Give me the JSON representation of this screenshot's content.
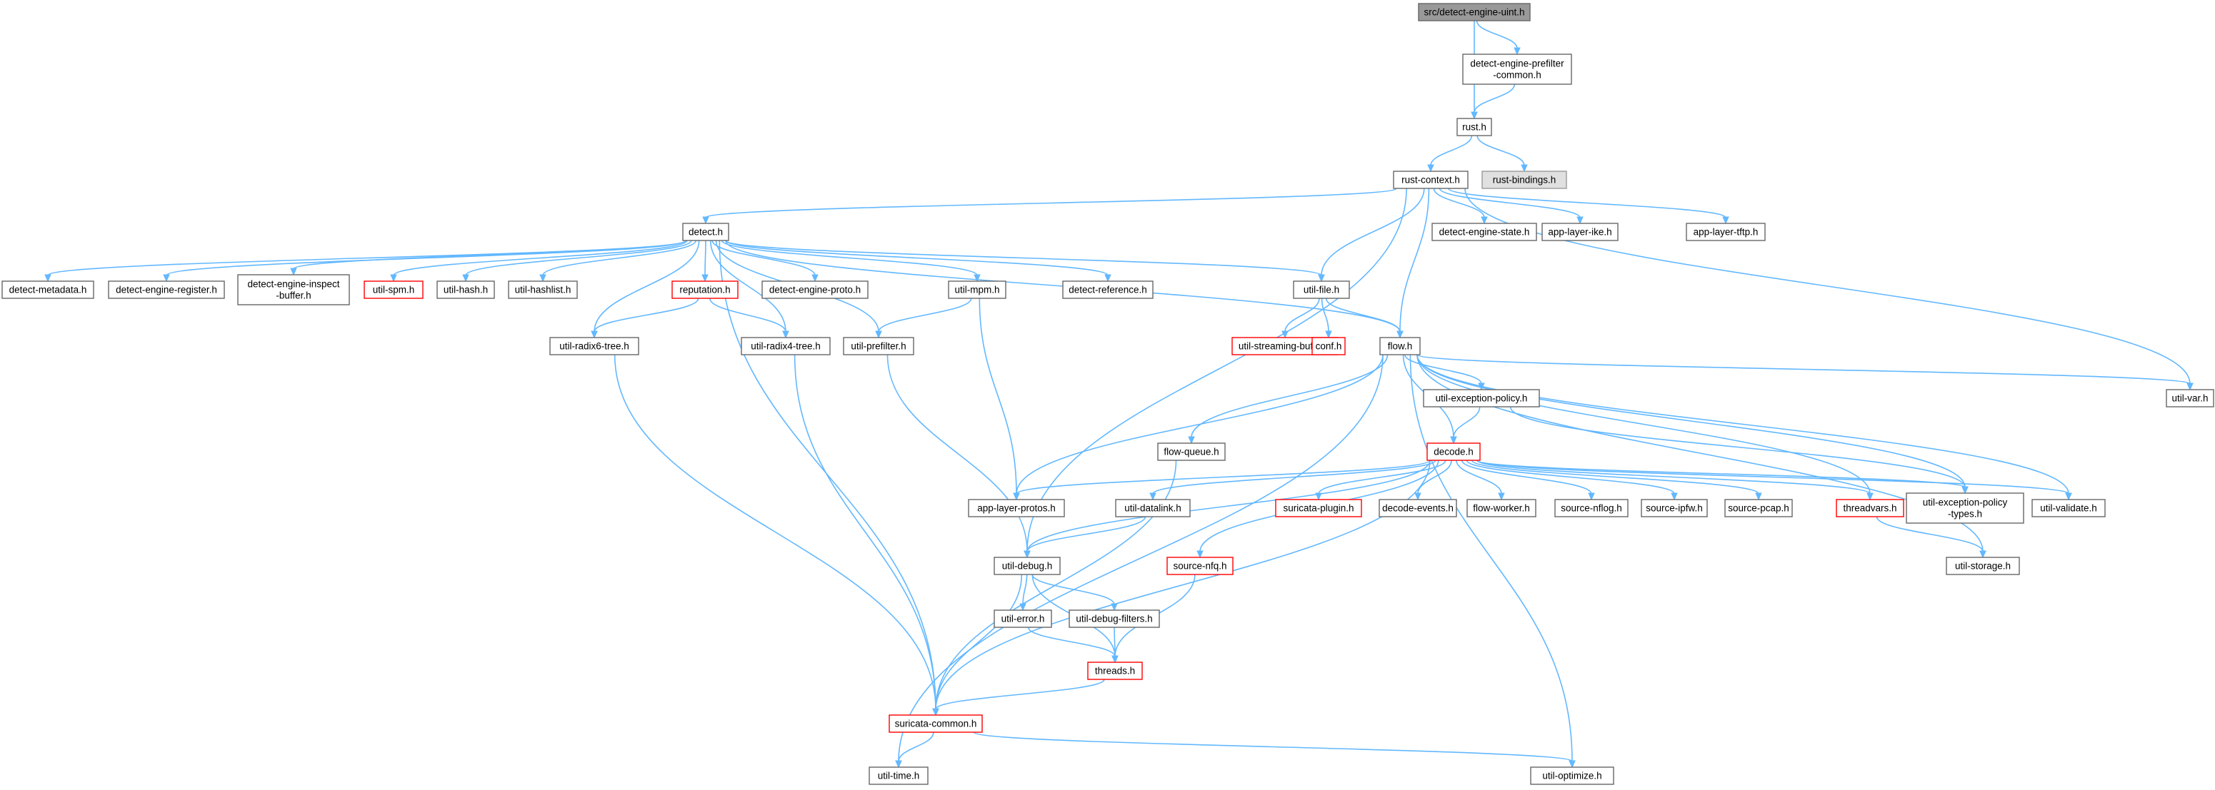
{
  "colors": {
    "edge": "#63b8ff",
    "node_border": "#666666",
    "node_fill": "#ffffff",
    "root_fill": "#999999",
    "root_border": "#666666",
    "missing_fill": "#e0e0e0",
    "missing_border": "#999999",
    "truncated_border": "#ff0000"
  },
  "nodes": [
    {
      "id": "src-detect-engine-uint",
      "lines": [
        "src/detect-engine-uint.h"
      ],
      "style": "root"
    },
    {
      "id": "detect-engine-prefilter-common",
      "lines": [
        "detect-engine-prefilter",
        "-common.h"
      ],
      "style": "normal"
    },
    {
      "id": "rust",
      "lines": [
        "rust.h"
      ],
      "style": "normal"
    },
    {
      "id": "rust-bindings",
      "lines": [
        "rust-bindings.h"
      ],
      "style": "missing"
    },
    {
      "id": "rust-context",
      "lines": [
        "rust-context.h"
      ],
      "style": "normal"
    },
    {
      "id": "detect",
      "lines": [
        "detect.h"
      ],
      "style": "normal"
    },
    {
      "id": "detect-engine-state",
      "lines": [
        "detect-engine-state.h"
      ],
      "style": "normal"
    },
    {
      "id": "app-layer-ike",
      "lines": [
        "app-layer-ike.h"
      ],
      "style": "normal"
    },
    {
      "id": "app-layer-tftp",
      "lines": [
        "app-layer-tftp.h"
      ],
      "style": "normal"
    },
    {
      "id": "detect-metadata",
      "lines": [
        "detect-metadata.h"
      ],
      "style": "normal"
    },
    {
      "id": "detect-engine-register",
      "lines": [
        "detect-engine-register.h"
      ],
      "style": "normal"
    },
    {
      "id": "detect-engine-inspect-buffer",
      "lines": [
        "detect-engine-inspect",
        "-buffer.h"
      ],
      "style": "normal"
    },
    {
      "id": "util-spm",
      "lines": [
        "util-spm.h"
      ],
      "style": "truncated"
    },
    {
      "id": "util-hash",
      "lines": [
        "util-hash.h"
      ],
      "style": "normal"
    },
    {
      "id": "util-hashlist",
      "lines": [
        "util-hashlist.h"
      ],
      "style": "normal"
    },
    {
      "id": "reputation",
      "lines": [
        "reputation.h"
      ],
      "style": "truncated"
    },
    {
      "id": "detect-engine-proto",
      "lines": [
        "detect-engine-proto.h"
      ],
      "style": "normal"
    },
    {
      "id": "util-mpm",
      "lines": [
        "util-mpm.h"
      ],
      "style": "normal"
    },
    {
      "id": "detect-reference",
      "lines": [
        "detect-reference.h"
      ],
      "style": "normal"
    },
    {
      "id": "util-file",
      "lines": [
        "util-file.h"
      ],
      "style": "normal"
    },
    {
      "id": "util-streaming-buffer",
      "lines": [
        "util-streaming-buffer.h"
      ],
      "style": "truncated"
    },
    {
      "id": "conf",
      "lines": [
        "conf.h"
      ],
      "style": "truncated"
    },
    {
      "id": "flow",
      "lines": [
        "flow.h"
      ],
      "style": "normal"
    },
    {
      "id": "util-radix6-tree",
      "lines": [
        "util-radix6-tree.h"
      ],
      "style": "normal"
    },
    {
      "id": "util-radix4-tree",
      "lines": [
        "util-radix4-tree.h"
      ],
      "style": "normal"
    },
    {
      "id": "util-prefilter",
      "lines": [
        "util-prefilter.h"
      ],
      "style": "normal"
    },
    {
      "id": "util-var",
      "lines": [
        "util-var.h"
      ],
      "style": "normal"
    },
    {
      "id": "util-exception-policy",
      "lines": [
        "util-exception-policy.h"
      ],
      "style": "normal"
    },
    {
      "id": "flow-queue",
      "lines": [
        "flow-queue.h"
      ],
      "style": "normal"
    },
    {
      "id": "decode",
      "lines": [
        "decode.h"
      ],
      "style": "truncated"
    },
    {
      "id": "app-layer-protos",
      "lines": [
        "app-layer-protos.h"
      ],
      "style": "normal"
    },
    {
      "id": "util-datalink",
      "lines": [
        "util-datalink.h"
      ],
      "style": "normal"
    },
    {
      "id": "suricata-plugin",
      "lines": [
        "suricata-plugin.h"
      ],
      "style": "truncated"
    },
    {
      "id": "decode-events",
      "lines": [
        "decode-events.h"
      ],
      "style": "normal"
    },
    {
      "id": "flow-worker",
      "lines": [
        "flow-worker.h"
      ],
      "style": "normal"
    },
    {
      "id": "source-nflog",
      "lines": [
        "source-nflog.h"
      ],
      "style": "normal"
    },
    {
      "id": "source-ipfw",
      "lines": [
        "source-ipfw.h"
      ],
      "style": "normal"
    },
    {
      "id": "source-pcap",
      "lines": [
        "source-pcap.h"
      ],
      "style": "normal"
    },
    {
      "id": "threadvars",
      "lines": [
        "threadvars.h"
      ],
      "style": "truncated"
    },
    {
      "id": "util-exception-policy-types",
      "lines": [
        "util-exception-policy",
        "-types.h"
      ],
      "style": "normal"
    },
    {
      "id": "util-validate",
      "lines": [
        "util-validate.h"
      ],
      "style": "normal"
    },
    {
      "id": "util-storage",
      "lines": [
        "util-storage.h"
      ],
      "style": "normal"
    },
    {
      "id": "source-nfq",
      "lines": [
        "source-nfq.h"
      ],
      "style": "truncated"
    },
    {
      "id": "util-debug",
      "lines": [
        "util-debug.h"
      ],
      "style": "normal"
    },
    {
      "id": "util-error",
      "lines": [
        "util-error.h"
      ],
      "style": "normal"
    },
    {
      "id": "util-debug-filters",
      "lines": [
        "util-debug-filters.h"
      ],
      "style": "normal"
    },
    {
      "id": "threads",
      "lines": [
        "threads.h"
      ],
      "style": "truncated"
    },
    {
      "id": "suricata-common",
      "lines": [
        "suricata-common.h"
      ],
      "style": "truncated"
    },
    {
      "id": "util-time",
      "lines": [
        "util-time.h"
      ],
      "style": "normal"
    },
    {
      "id": "util-optimize",
      "lines": [
        "util-optimize.h"
      ],
      "style": "normal"
    }
  ],
  "edges": [
    [
      "src-detect-engine-uint",
      "detect-engine-prefilter-common"
    ],
    [
      "src-detect-engine-uint",
      "rust"
    ],
    [
      "detect-engine-prefilter-common",
      "rust"
    ],
    [
      "rust",
      "rust-bindings"
    ],
    [
      "rust",
      "rust-context"
    ],
    [
      "rust-context",
      "detect"
    ],
    [
      "rust-context",
      "detect-engine-state"
    ],
    [
      "rust-context",
      "app-layer-ike"
    ],
    [
      "rust-context",
      "app-layer-tftp"
    ],
    [
      "rust-context",
      "util-file"
    ],
    [
      "rust-context",
      "flow"
    ],
    [
      "rust-context",
      "util-var"
    ],
    [
      "rust-context",
      "util-debug"
    ],
    [
      "detect",
      "detect-metadata"
    ],
    [
      "detect",
      "detect-engine-register"
    ],
    [
      "detect",
      "detect-engine-inspect-buffer"
    ],
    [
      "detect",
      "util-spm"
    ],
    [
      "detect",
      "util-hash"
    ],
    [
      "detect",
      "util-hashlist"
    ],
    [
      "detect",
      "reputation"
    ],
    [
      "detect",
      "detect-engine-proto"
    ],
    [
      "detect",
      "util-mpm"
    ],
    [
      "detect",
      "detect-reference"
    ],
    [
      "detect",
      "util-file"
    ],
    [
      "detect",
      "flow"
    ],
    [
      "detect",
      "util-radix6-tree"
    ],
    [
      "detect",
      "util-radix4-tree"
    ],
    [
      "detect",
      "util-prefilter"
    ],
    [
      "detect",
      "suricata-common"
    ],
    [
      "reputation",
      "util-radix6-tree"
    ],
    [
      "reputation",
      "util-radix4-tree"
    ],
    [
      "util-mpm",
      "util-prefilter"
    ],
    [
      "util-mpm",
      "app-layer-protos"
    ],
    [
      "util-file",
      "util-streaming-buffer"
    ],
    [
      "util-file",
      "conf"
    ],
    [
      "util-file",
      "flow"
    ],
    [
      "util-radix6-tree",
      "suricata-common"
    ],
    [
      "util-radix4-tree",
      "suricata-common"
    ],
    [
      "util-prefilter",
      "util-debug"
    ],
    [
      "flow",
      "util-exception-policy"
    ],
    [
      "flow",
      "flow-queue"
    ],
    [
      "flow",
      "decode"
    ],
    [
      "flow",
      "app-layer-protos"
    ],
    [
      "flow",
      "util-var"
    ],
    [
      "flow",
      "util-exception-policy-types"
    ],
    [
      "flow",
      "util-validate"
    ],
    [
      "flow",
      "util-storage"
    ],
    [
      "flow",
      "util-time"
    ],
    [
      "flow",
      "util-optimize"
    ],
    [
      "flow",
      "threadvars"
    ],
    [
      "util-exception-policy",
      "decode"
    ],
    [
      "util-exception-policy",
      "util-exception-policy-types"
    ],
    [
      "flow-queue",
      "suricata-common"
    ],
    [
      "decode",
      "app-layer-protos"
    ],
    [
      "decode",
      "util-datalink"
    ],
    [
      "decode",
      "suricata-plugin"
    ],
    [
      "decode",
      "decode-events"
    ],
    [
      "decode",
      "flow-worker"
    ],
    [
      "decode",
      "source-nflog"
    ],
    [
      "decode",
      "source-ipfw"
    ],
    [
      "decode",
      "source-pcap"
    ],
    [
      "decode",
      "threadvars"
    ],
    [
      "decode",
      "util-exception-policy-types"
    ],
    [
      "decode",
      "util-validate"
    ],
    [
      "decode",
      "source-nfq"
    ],
    [
      "decode",
      "util-debug"
    ],
    [
      "decode",
      "suricata-common"
    ],
    [
      "util-datalink",
      "util-debug"
    ],
    [
      "threadvars",
      "util-storage"
    ],
    [
      "source-nfq",
      "threads"
    ],
    [
      "util-debug",
      "util-error"
    ],
    [
      "util-debug",
      "util-debug-filters"
    ],
    [
      "util-debug",
      "threads"
    ],
    [
      "util-debug",
      "suricata-common"
    ],
    [
      "util-error",
      "threads"
    ],
    [
      "util-debug-filters",
      "threads"
    ],
    [
      "threads",
      "suricata-common"
    ],
    [
      "suricata-common",
      "util-time"
    ],
    [
      "suricata-common",
      "util-optimize"
    ]
  ]
}
